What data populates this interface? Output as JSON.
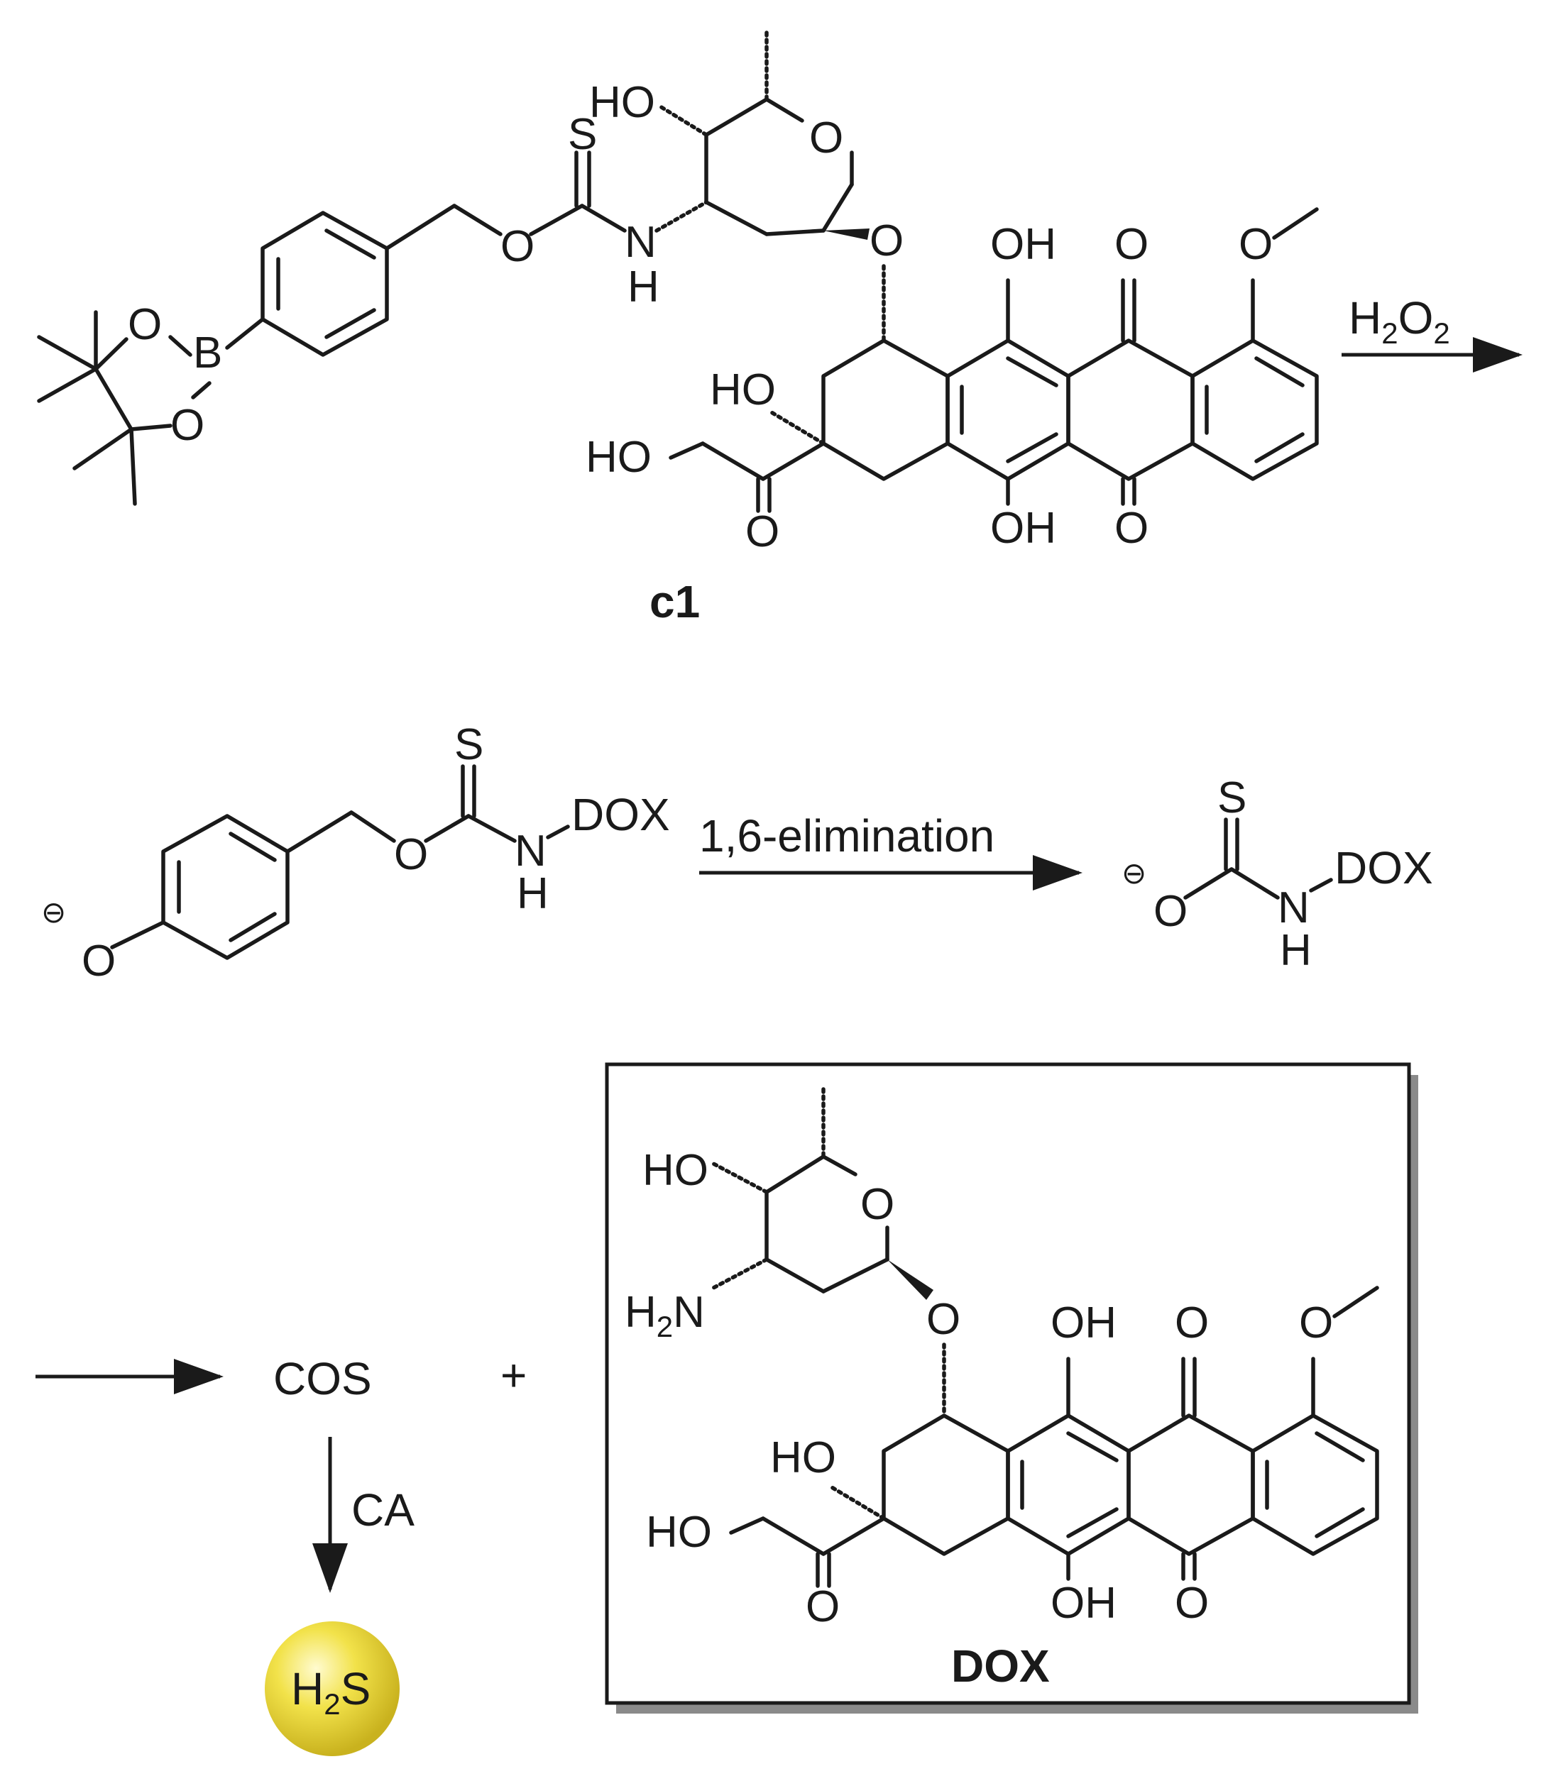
{
  "compound_label": "c1",
  "product_label": "DOX",
  "reagent_h2o2": {
    "h": "H",
    "h_sub": "2",
    "o": "O",
    "o_sub": "2"
  },
  "step2_label": "1,6-elimination",
  "step3_label": "CA",
  "cos": "COS",
  "plus": "+",
  "h2s": {
    "h": "H",
    "sub": "2",
    "s": "S"
  },
  "dox_group": "DOX",
  "atoms": {
    "O": "O",
    "S": "S",
    "B": "B",
    "N": "N",
    "H": "H",
    "OH": "OH",
    "HO": "HO",
    "H2N_H": "H",
    "H2N_sub": "2",
    "H2N_N": "N"
  },
  "colors": {
    "h2s_ball": "#f2e24a",
    "ink": "#1a1a1a"
  }
}
